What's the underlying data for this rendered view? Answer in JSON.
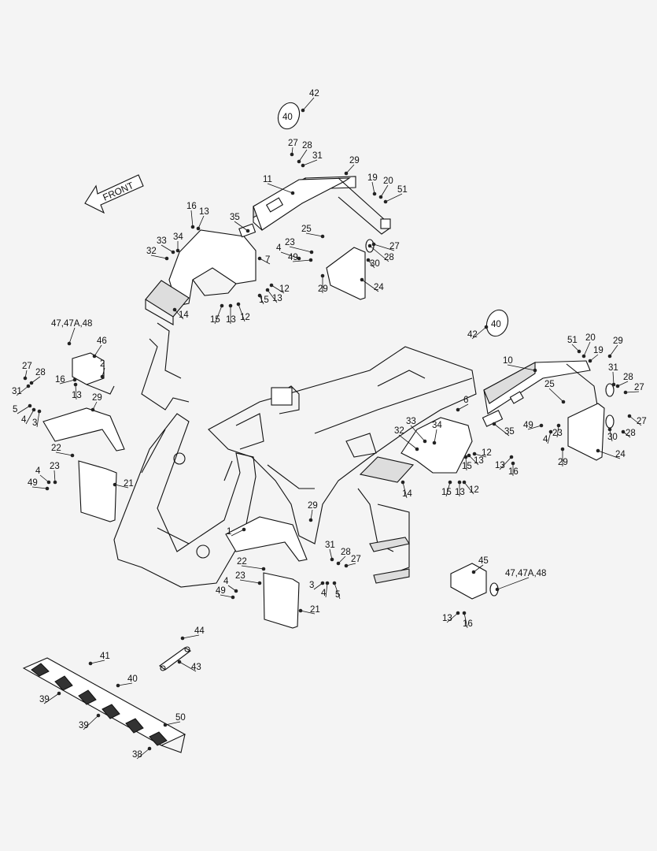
{
  "diagram": {
    "front_arrow_label": "FRONT",
    "decal_text": "40",
    "callouts": [
      "42",
      "27",
      "28",
      "31",
      "29",
      "11",
      "19",
      "20",
      "51",
      "35",
      "16",
      "13",
      "33",
      "34",
      "32",
      "7",
      "25",
      "27",
      "4",
      "23",
      "28",
      "49",
      "30",
      "12",
      "15",
      "13",
      "29",
      "24",
      "14",
      "15",
      "13",
      "12",
      "42",
      "51",
      "20",
      "19",
      "29",
      "10",
      "31",
      "28",
      "27",
      "47,47A,48",
      "46",
      "27",
      "28",
      "16",
      "13",
      "31",
      "29",
      "2",
      "5",
      "4",
      "3",
      "25",
      "6",
      "33",
      "34",
      "49",
      "4",
      "23",
      "30",
      "28",
      "27",
      "32",
      "12",
      "13",
      "15",
      "29",
      "24",
      "22",
      "23",
      "4",
      "49",
      "21",
      "35",
      "13",
      "16",
      "14",
      "15",
      "13",
      "12",
      "29",
      "1",
      "31",
      "28",
      "27",
      "45",
      "47,47A,48",
      "22",
      "23",
      "4",
      "49",
      "3",
      "4",
      "5",
      "21",
      "13",
      "16",
      "44",
      "43",
      "41",
      "40",
      "39",
      "39",
      "50",
      "38"
    ]
  }
}
